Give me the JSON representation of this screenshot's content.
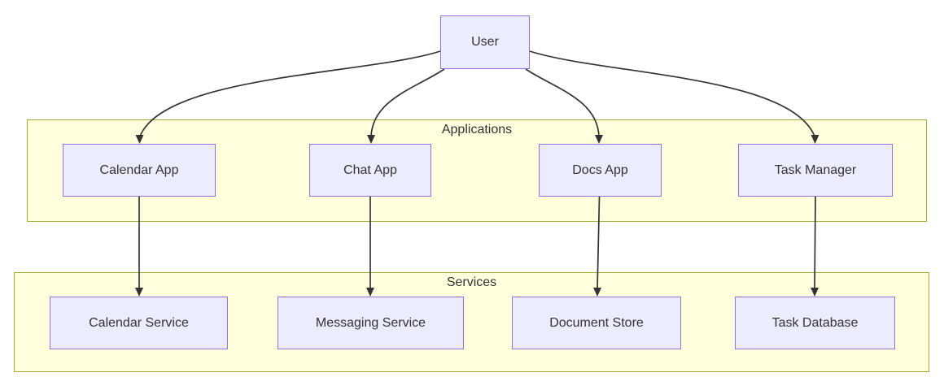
{
  "diagram": {
    "nodes": {
      "user": "User",
      "calendar_app": "Calendar App",
      "chat_app": "Chat App",
      "docs_app": "Docs App",
      "task_manager": "Task Manager",
      "calendar_service": "Calendar Service",
      "messaging_service": "Messaging Service",
      "document_store": "Document Store",
      "task_database": "Task Database"
    },
    "clusters": {
      "applications": "Applications",
      "services": "Services"
    },
    "edges": [
      {
        "from": "User",
        "to": "Calendar App"
      },
      {
        "from": "User",
        "to": "Chat App"
      },
      {
        "from": "User",
        "to": "Docs App"
      },
      {
        "from": "User",
        "to": "Task Manager"
      },
      {
        "from": "Calendar App",
        "to": "Calendar Service"
      },
      {
        "from": "Chat App",
        "to": "Messaging Service"
      },
      {
        "from": "Docs App",
        "to": "Document Store"
      },
      {
        "from": "Task Manager",
        "to": "Task Database"
      }
    ]
  },
  "colors": {
    "node_fill": "#ECECFF",
    "node_border": "#9370DB",
    "cluster_fill": "#FFFFDE",
    "cluster_border": "#AAAA33",
    "edge_color": "#333333",
    "text_color": "#333333",
    "background": "#FFFFFF"
  }
}
